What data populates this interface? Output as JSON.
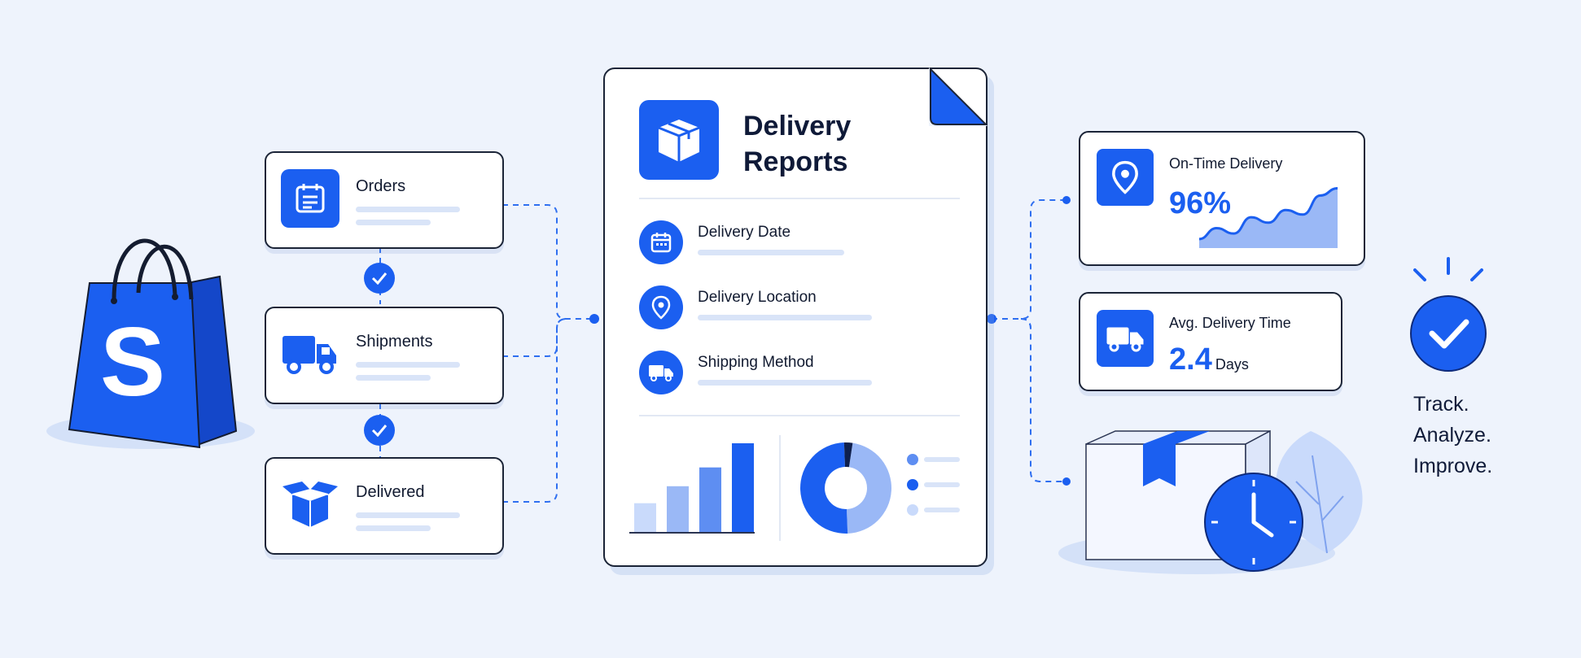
{
  "stages": [
    {
      "label": "Orders",
      "icon": "calendar-icon"
    },
    {
      "label": "Shipments",
      "icon": "truck-icon"
    },
    {
      "label": "Delivered",
      "icon": "open-box-icon"
    }
  ],
  "report": {
    "title_line1": "Delivery",
    "title_line2": "Reports",
    "icon": "package-icon",
    "fields": [
      {
        "label": "Delivery Date",
        "icon": "calendar-icon"
      },
      {
        "label": "Delivery Location",
        "icon": "location-pin-icon"
      },
      {
        "label": "Shipping Method",
        "icon": "truck-icon"
      }
    ]
  },
  "metrics": {
    "on_time": {
      "title": "On-Time Delivery",
      "value": "96%",
      "icon": "location-pin-icon"
    },
    "avg_time": {
      "title": "Avg. Delivery Time",
      "value": "2.4",
      "unit": "Days",
      "icon": "truck-icon"
    }
  },
  "tagline": [
    "Track.",
    "Analyze.",
    "Improve."
  ],
  "colors": {
    "accent": "#1b5ff0",
    "accent_light": "#9ab8f6",
    "accent_pale": "#c9dafb",
    "background": "#eef3fc",
    "outline": "#1b2437"
  },
  "chart_data": [
    {
      "type": "bar",
      "categories": [
        "",
        "",
        "",
        ""
      ],
      "values": [
        3.3,
        5.2,
        7.3,
        10
      ],
      "ylim": [
        0,
        10
      ]
    },
    {
      "type": "pie",
      "values": [
        47,
        50,
        3
      ],
      "legend": [
        "",
        "",
        ""
      ]
    },
    {
      "type": "area",
      "values": [
        1,
        2.2,
        1.6,
        3.4,
        2.8,
        4.2,
        3.7,
        5.8,
        6.6
      ],
      "ylim": [
        0,
        7
      ]
    }
  ]
}
